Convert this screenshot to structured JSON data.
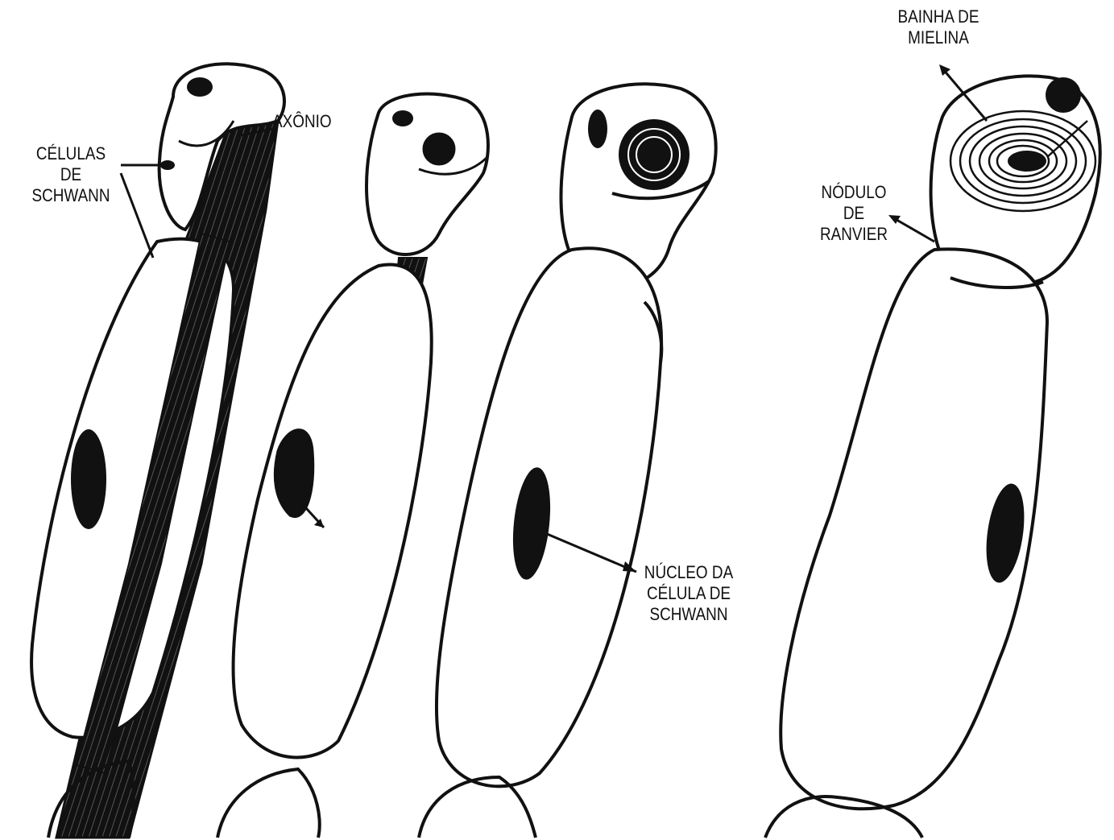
{
  "labels": {
    "schwann_cells": [
      "CÉLULAS",
      "DE",
      "SCHWANN"
    ],
    "axon": "AXÔNIO",
    "myelin_sheath": [
      "BAINHA DE",
      "MIELINA"
    ],
    "node_of_ranvier": [
      "NÓDULO",
      "DE",
      "RANVIER"
    ],
    "schwann_nucleus": [
      "NÚCLEO DA",
      "CÉLULA DE",
      "SCHWANN"
    ]
  },
  "colors": {
    "ink": "#111111",
    "paper": "#ffffff"
  }
}
